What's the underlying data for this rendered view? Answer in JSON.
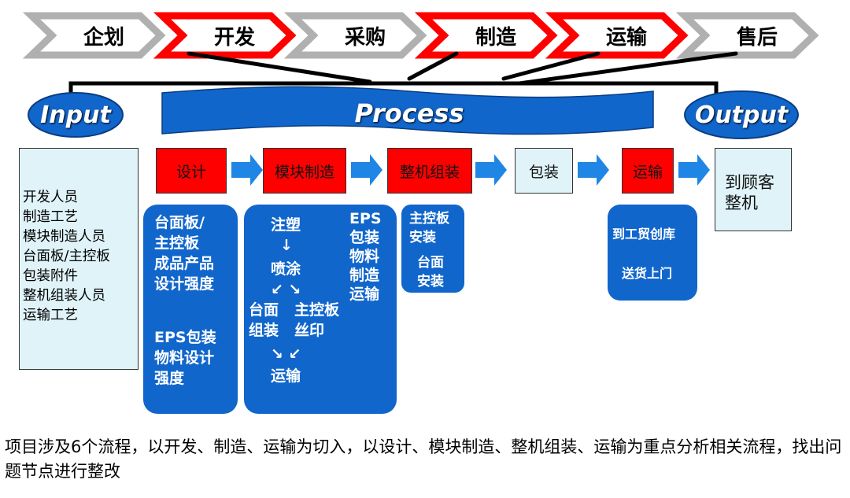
{
  "stages": [
    "企划",
    "开发",
    "采购",
    "制造",
    "运输",
    "售后"
  ],
  "input_label": "Input",
  "process_label": "Process",
  "output_label": "Output",
  "input_items": [
    "开发人员",
    "制造工艺",
    "模块制造人员",
    "台面板/主控板",
    "包装附件",
    "整机组装人员",
    "运输工艺"
  ],
  "steps": {
    "design": "设计",
    "module": "模块制造",
    "assembly": "整机组装",
    "packing": "包装",
    "transport": "运输",
    "output_line1": "到顾客",
    "output_line2": "整机"
  },
  "design_detail": {
    "a1": "台面板/",
    "a2": "主控板",
    "a3": "成品产品",
    "a4": "设计强度",
    "b1": "EPS包装",
    "b2": "物料设计",
    "b3": "强度"
  },
  "module_detail": {
    "n1": "注塑",
    "down": "↓",
    "n2": "喷涂",
    "split": "↙ ↘",
    "n3a": "台面",
    "n3b": "组装",
    "n4a": "主控板",
    "n4b": "丝印",
    "merge": "↘ ↙",
    "n5": "运输",
    "e1": "EPS",
    "e2": "包装",
    "e3": "物料",
    "e4": "制造",
    "e5": "运输"
  },
  "assembly_detail": {
    "a1": "主控板",
    "a2": "安装",
    "b1": "台面",
    "b2": "安装"
  },
  "transport_detail": {
    "a": "到工贸创库",
    "b": "送货上门"
  },
  "caption": "项目涉及6个流程，以开发、制造、运输为切入，以设计、模块制造、整机组装、运输为重点分析相关流程，找出问题节点进行整改",
  "colors": {
    "highlight": "#ff0000",
    "blue": "#1166cc",
    "light": "#dff3f8",
    "chevron_gray": "#b0b0b0"
  }
}
